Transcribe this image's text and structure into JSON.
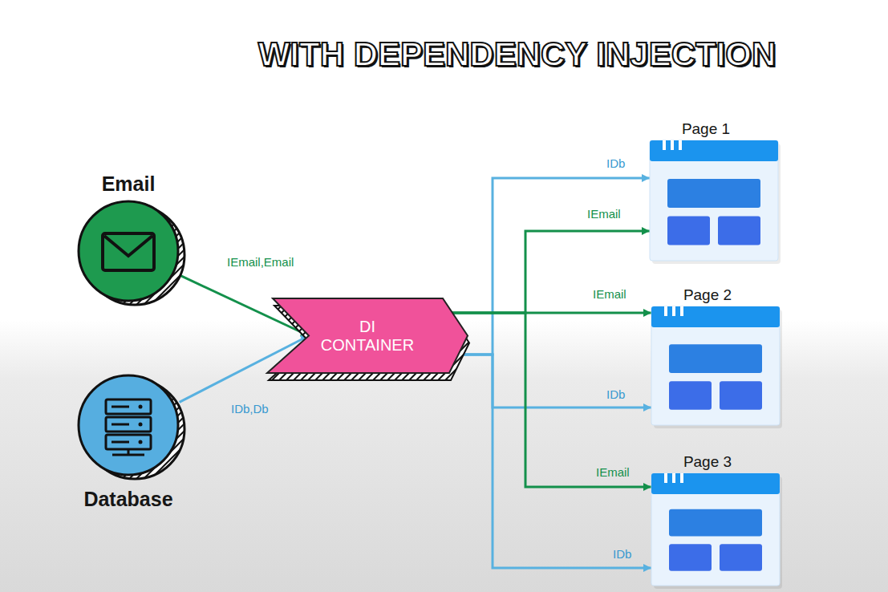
{
  "diagram": {
    "title": "WITH DEPENDENCY INJECTION",
    "nodes": [
      {
        "text": [
          "Email"
        ]
      },
      {
        "text": [
          "Database"
        ]
      },
      {
        "text": [
          "DI CONTAINER"
        ]
      },
      {
        "text": [
          "Page 1"
        ]
      },
      {
        "text": [
          "Page 2"
        ]
      },
      {
        "text": [
          "Page 3"
        ]
      }
    ],
    "edges": [
      {
        "from": 0,
        "to": 2,
        "arrow": "to",
        "label": "IEmail,Email"
      },
      {
        "from": 1,
        "to": 2,
        "arrow": "to",
        "label": "IDb,Db"
      },
      {
        "from": 2,
        "to": 3,
        "arrow": "to",
        "label": "IDb"
      },
      {
        "from": 2,
        "to": 3,
        "arrow": "to",
        "label": "IEmail"
      },
      {
        "from": 2,
        "to": 4,
        "arrow": "to",
        "label": "IEmail"
      },
      {
        "from": 2,
        "to": 4,
        "arrow": "to",
        "label": "IDb"
      },
      {
        "from": 2,
        "to": 5,
        "arrow": "to",
        "label": "IEmail"
      },
      {
        "from": 2,
        "to": 5,
        "arrow": "to",
        "label": "IDb"
      }
    ]
  }
}
